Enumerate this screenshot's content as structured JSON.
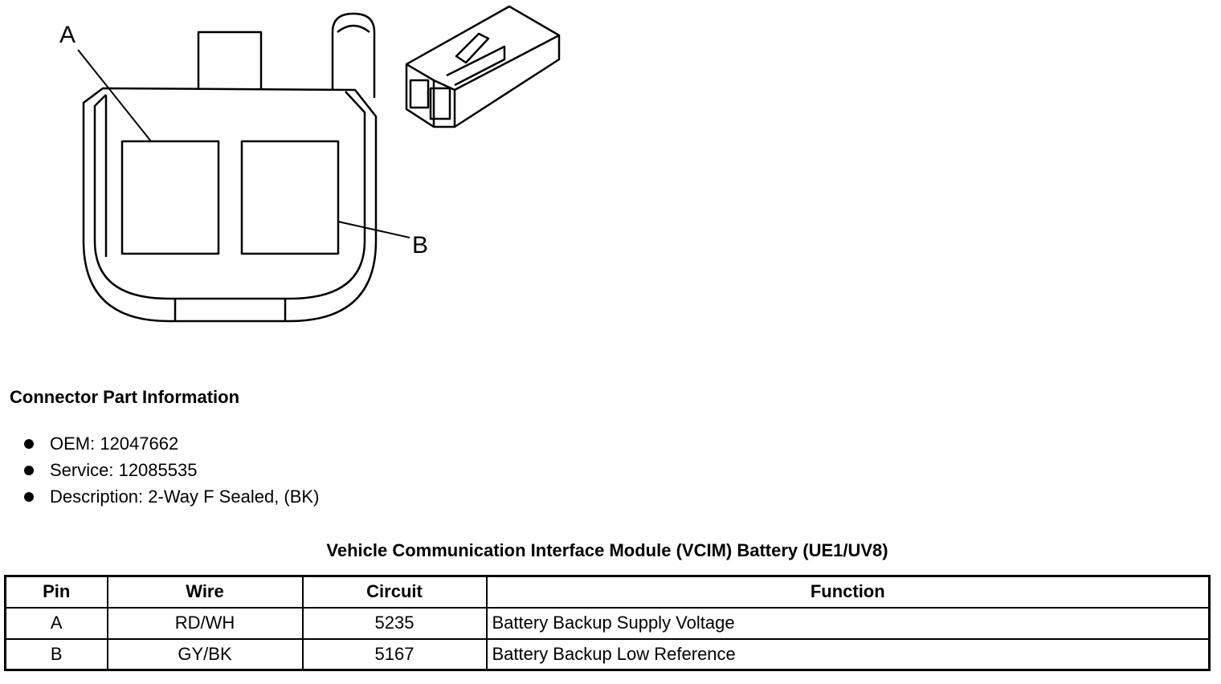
{
  "diagram": {
    "callout_a": "A",
    "callout_b": "B"
  },
  "connector_info": {
    "heading": "Connector Part Information",
    "items": [
      "OEM: 12047662",
      "Service: 12085535",
      "Description: 2-Way F Sealed, (BK)"
    ]
  },
  "pinout_table": {
    "title": "Vehicle Communication Interface Module (VCIM) Battery (UE1/UV8)",
    "headers": [
      "Pin",
      "Wire",
      "Circuit",
      "Function"
    ],
    "rows": [
      [
        "A",
        "RD/WH",
        "5235",
        "Battery Backup Supply Voltage"
      ],
      [
        "B",
        "GY/BK",
        "5167",
        "Battery Backup Low Reference"
      ]
    ]
  }
}
